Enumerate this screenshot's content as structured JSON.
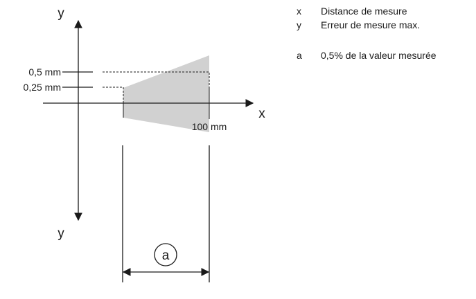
{
  "diagram": {
    "axis_labels": {
      "x": "x",
      "y_top": "y",
      "y_bottom": "y"
    },
    "ticks": {
      "upper": "0,5 mm",
      "lower": "0,25 mm",
      "x_end": "100 mm"
    },
    "dimension_label": "a",
    "colors": {
      "line": "#1a1a1a",
      "shaded_area": "#d1d1d1"
    }
  },
  "legend": {
    "items": [
      {
        "key": "x",
        "text": "Distance de mesure"
      },
      {
        "key": "y",
        "text": "Erreur de mesure max."
      },
      {
        "key": "a",
        "text": "0,5% de la valeur mesurée"
      }
    ]
  }
}
